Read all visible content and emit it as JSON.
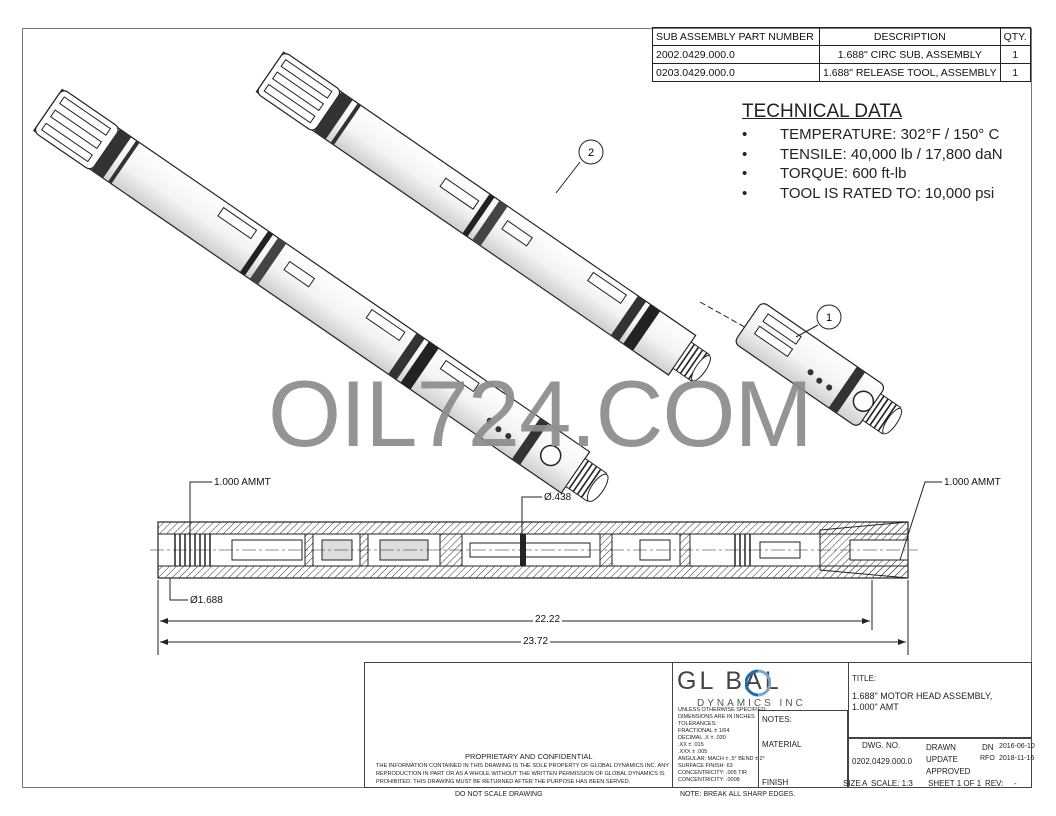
{
  "bom": {
    "headers": [
      "SUB ASSEMBLY PART NUMBER",
      "DESCRIPTION",
      "QTY."
    ],
    "rows": [
      [
        "2002.0429.000.0",
        "1.688\" CIRC SUB, ASSEMBLY",
        "1"
      ],
      [
        "0203.0429.000.0",
        "1.688\" RELEASE TOOL, ASSEMBLY",
        "1"
      ]
    ]
  },
  "technical_data": {
    "title": "TECHNICAL DATA",
    "bullet": "•",
    "items": [
      "TEMPERATURE: 302°F / 150° C",
      "TENSILE: 40,000 lb / 17,800 daN",
      "TORQUE: 600 ft-lb",
      "TOOL IS RATED TO: 10,000 psi"
    ]
  },
  "watermark": "OIL724.COM",
  "balloons": [
    "1",
    "2"
  ],
  "dimensions": {
    "left_callout": "1.000 AMMT",
    "right_callout": "1.000 AMMT",
    "bore": "Ø.438",
    "od": "Ø1.688",
    "length_inner": "22.22",
    "length_overall": "23.72"
  },
  "title_block": {
    "logo_main": "GL  BAL",
    "logo_sub": "DYNAMICS INC",
    "title_label": "TITLE:",
    "title_line1": "1.688\" MOTOR HEAD ASSEMBLY,",
    "title_line2": "1.000\" AMT",
    "notes_label": "NOTES:",
    "material_label": "MATERIAL",
    "finish_label": "FINISH",
    "dwg_no_label": "DWG. NO.",
    "dwg_no": "0202.0429.000.0",
    "drawn_label": "DRAWN",
    "drawn_by": "DN",
    "drawn_date": "2016-06-10",
    "update_label": "UPDATE",
    "update_by": "RFO",
    "update_date": "2018-11-16",
    "approved_label": "APPROVED",
    "size_label": "SIZE",
    "size": "A",
    "scale": "SCALE: 1:3",
    "sheet": "SHEET 1 OF 1",
    "rev": "REV:",
    "rev_value": "-",
    "tolerance_lines": [
      "UNLESS OTHERWISE SPECIFIED:",
      "DIMENSIONS ARE IN INCHES",
      "TOLERANCES:",
      "FRACTIONAL ± 1/64",
      "DECIMAL   .X ± .030",
      "          .XX ± .015",
      "          .XXX ± .005",
      "ANGULAR: MACH ± .5° BEND ± 2°",
      "SURFACE FINISH: 63",
      "CONCENTRICITY: .005 TIR",
      "CONCENTRICITY: .0008"
    ],
    "proprietary_title": "PROPRIETARY AND CONFIDENTIAL",
    "proprietary_text": [
      "THE INFORMATION CONTAINED IN THIS DRAWING IS THE SOLE PROPERTY OF GLOBAL DYNAMICS INC. ANY",
      "REPRODUCTION IN PART OR AS A WHOLE WITHOUT THE WRITTEN PERMISSION OF GLOBAL DYNAMICS IS",
      "PROHIBITED. THIS DRAWING MUST BE RETURNED AFTER THE PURPOSE HAS BEEN SERVED."
    ],
    "do_not_scale": "DO NOT SCALE DRAWING",
    "break_edges": "NOTE: BREAK ALL SHARP EDGES."
  }
}
